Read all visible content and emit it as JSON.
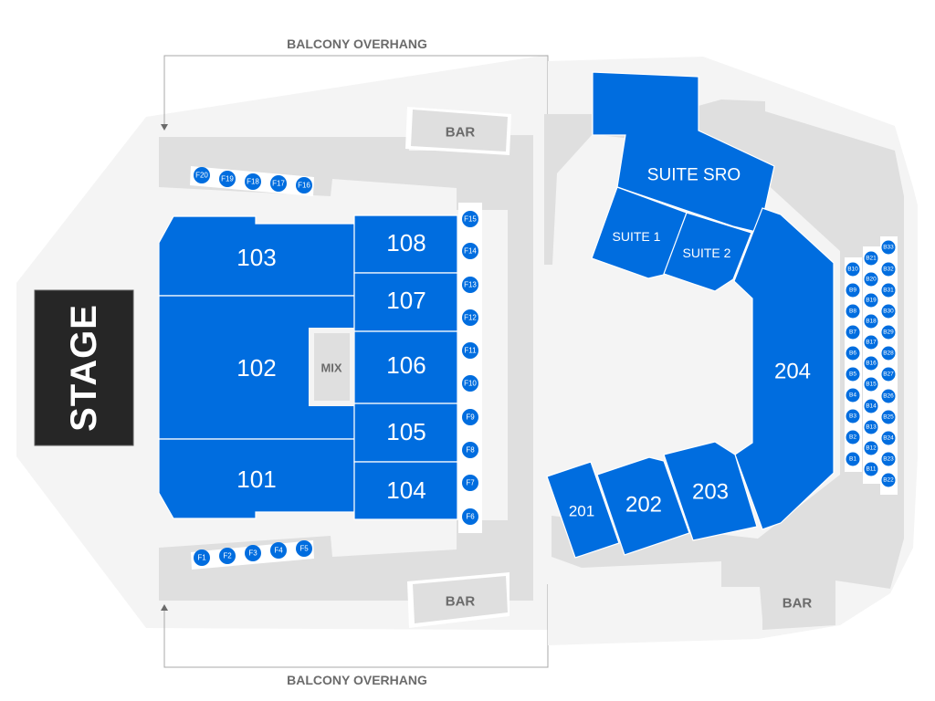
{
  "labels": {
    "stage": "STAGE",
    "mix": "MIX",
    "bar_top": "BAR",
    "bar_bottom": "BAR",
    "bar_right": "BAR",
    "balcony_overhang_top": "BALCONY OVERHANG",
    "balcony_overhang_bottom": "BALCONY OVERHANG"
  },
  "colors": {
    "section": "#006ddf",
    "stage": "#262626",
    "floor": "#f4f4f4",
    "concourse": "#dfdfdf",
    "label_gray": "#6b6b6b"
  },
  "floor_sections": [
    {
      "id": "101",
      "label": "101"
    },
    {
      "id": "102",
      "label": "102"
    },
    {
      "id": "103",
      "label": "103"
    },
    {
      "id": "104",
      "label": "104"
    },
    {
      "id": "105",
      "label": "105"
    },
    {
      "id": "106",
      "label": "106"
    },
    {
      "id": "107",
      "label": "107"
    },
    {
      "id": "108",
      "label": "108"
    }
  ],
  "balcony_sections": [
    {
      "id": "201",
      "label": "201"
    },
    {
      "id": "202",
      "label": "202"
    },
    {
      "id": "203",
      "label": "203"
    },
    {
      "id": "204",
      "label": "204"
    },
    {
      "id": "suite-sro",
      "label": "SUITE SRO"
    },
    {
      "id": "suite-1",
      "label": "SUITE 1"
    },
    {
      "id": "suite-2",
      "label": "SUITE 2"
    }
  ],
  "f_seats": {
    "bottom_row": [
      "F1",
      "F2",
      "F3",
      "F4",
      "F5"
    ],
    "right_column": [
      "F6",
      "F7",
      "F8",
      "F9",
      "F10",
      "F11",
      "F12",
      "F13",
      "F14",
      "F15"
    ],
    "top_row": [
      "F16",
      "F17",
      "F18",
      "F19",
      "F20"
    ]
  },
  "b_seats": {
    "column_1": [
      "B1",
      "B2",
      "B3",
      "B4",
      "B5",
      "B6",
      "B7",
      "B8",
      "B9",
      "B10"
    ],
    "column_2": [
      "B11",
      "B12",
      "B13",
      "B14",
      "B15",
      "B16",
      "B17",
      "B18",
      "B19",
      "B20",
      "B21"
    ],
    "column_3": [
      "B22",
      "B23",
      "B24",
      "B25",
      "B26",
      "B27",
      "B28",
      "B29",
      "B30",
      "B31",
      "B32",
      "B33"
    ]
  }
}
